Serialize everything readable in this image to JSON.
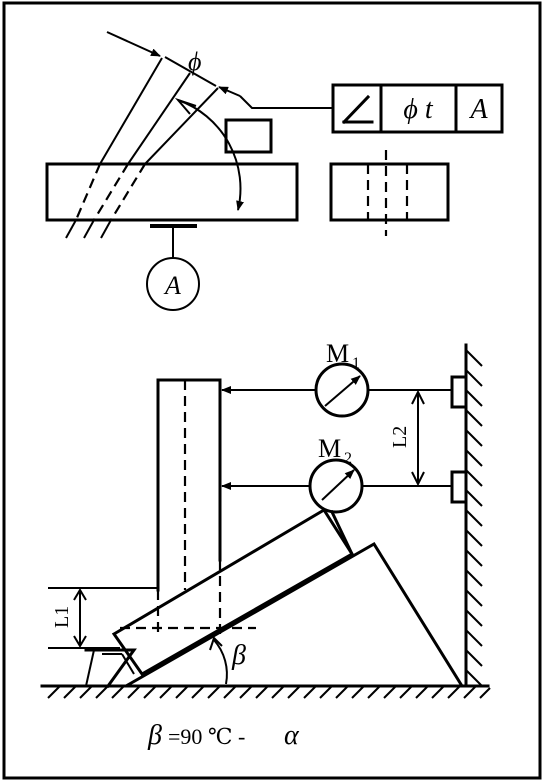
{
  "top_view": {
    "phi_label": "ϕ",
    "datum_letter": "A"
  },
  "tolerance_frame": {
    "symbol": "angularity-symbol",
    "value": "ϕ t",
    "datum": "A"
  },
  "bottom_view": {
    "gauge1_label": "M",
    "gauge1_sub": "1",
    "gauge2_label": "M",
    "gauge2_sub": "2",
    "dim_L1": "L1",
    "dim_L2": "L2",
    "beta_label": "β",
    "formula_beta": "β",
    "formula_rest": "=90 ℃ -",
    "formula_alpha": "α"
  }
}
